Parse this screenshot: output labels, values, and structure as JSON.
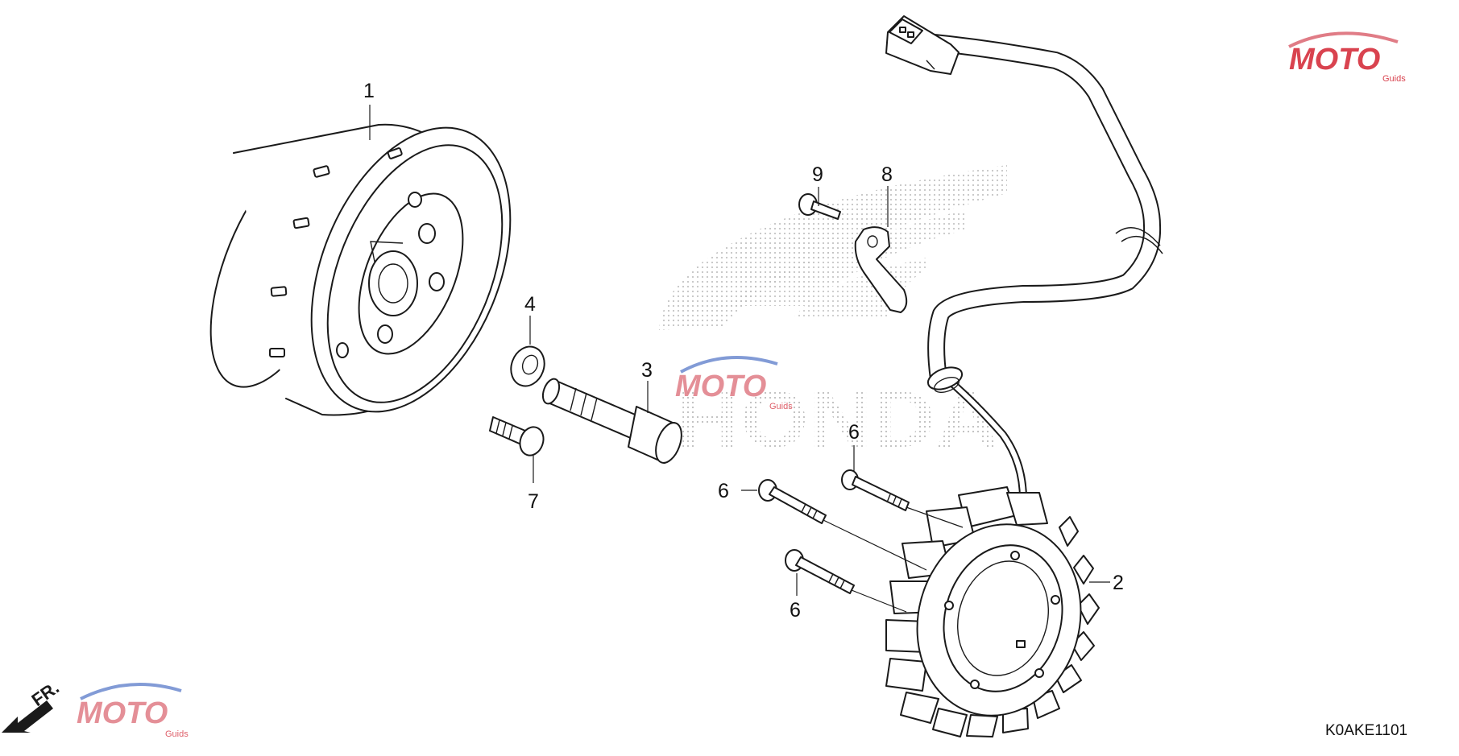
{
  "diagram": {
    "callouts": {
      "c1": "1",
      "c2": "2",
      "c3": "3",
      "c4": "4",
      "c6a": "6",
      "c6b": "6",
      "c6c": "6",
      "c7": "7",
      "c8": "8",
      "c9": "9"
    },
    "drawing_code": "K0AKE1101",
    "front_marker": "FR.",
    "background_logo": "HONDA",
    "watermark": {
      "brand": "MOTO",
      "sub": "Guids"
    },
    "colors": {
      "line": "#1a1a1a",
      "watermark_red": "#d9434f",
      "watermark_blue": "#3b5fb8",
      "background_logo_dots": "#bdbdbd"
    }
  }
}
